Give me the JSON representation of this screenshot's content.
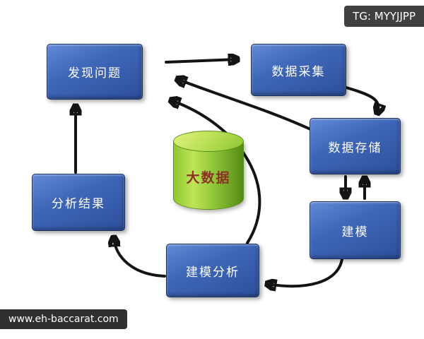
{
  "watermarks": {
    "telegram": "TG: MYYJJPP",
    "website": "www.eh-baccarat.com"
  },
  "diagram": {
    "type": "flowchart",
    "nodes": [
      {
        "id": "discover-problem",
        "label": "发现问题"
      },
      {
        "id": "data-collection",
        "label": "数据采集"
      },
      {
        "id": "data-storage",
        "label": "数据存储"
      },
      {
        "id": "modeling",
        "label": "建模"
      },
      {
        "id": "modeling-analysis",
        "label": "建模分析"
      },
      {
        "id": "analysis-result",
        "label": "分析结果"
      }
    ],
    "cylinder": {
      "id": "big-data",
      "label": "大数据",
      "shape": "cylinder"
    },
    "edges": [
      {
        "from": "发现问题",
        "to": "数据采集"
      },
      {
        "from": "数据采集",
        "to": "数据存储"
      },
      {
        "from": "数据存储",
        "to": "建模"
      },
      {
        "from": "建模",
        "to": "数据存储"
      },
      {
        "from": "建模",
        "to": "建模分析"
      },
      {
        "from": "建模分析",
        "to": "分析结果"
      },
      {
        "from": "分析结果",
        "to": "发现问题"
      },
      {
        "from": "数据存储",
        "to": "发现问题"
      },
      {
        "from": "建模分析",
        "to": "发现问题"
      }
    ],
    "colors": {
      "node_fill": "#3f67b8",
      "node_border": "#17305f",
      "node_text": "#ffffff",
      "cylinder_fill": "#8cc337",
      "cylinder_label": "#8b3226",
      "arrow": "#141414",
      "badge_bg": "#3a3a3a",
      "badge_text": "#ffffff"
    }
  }
}
